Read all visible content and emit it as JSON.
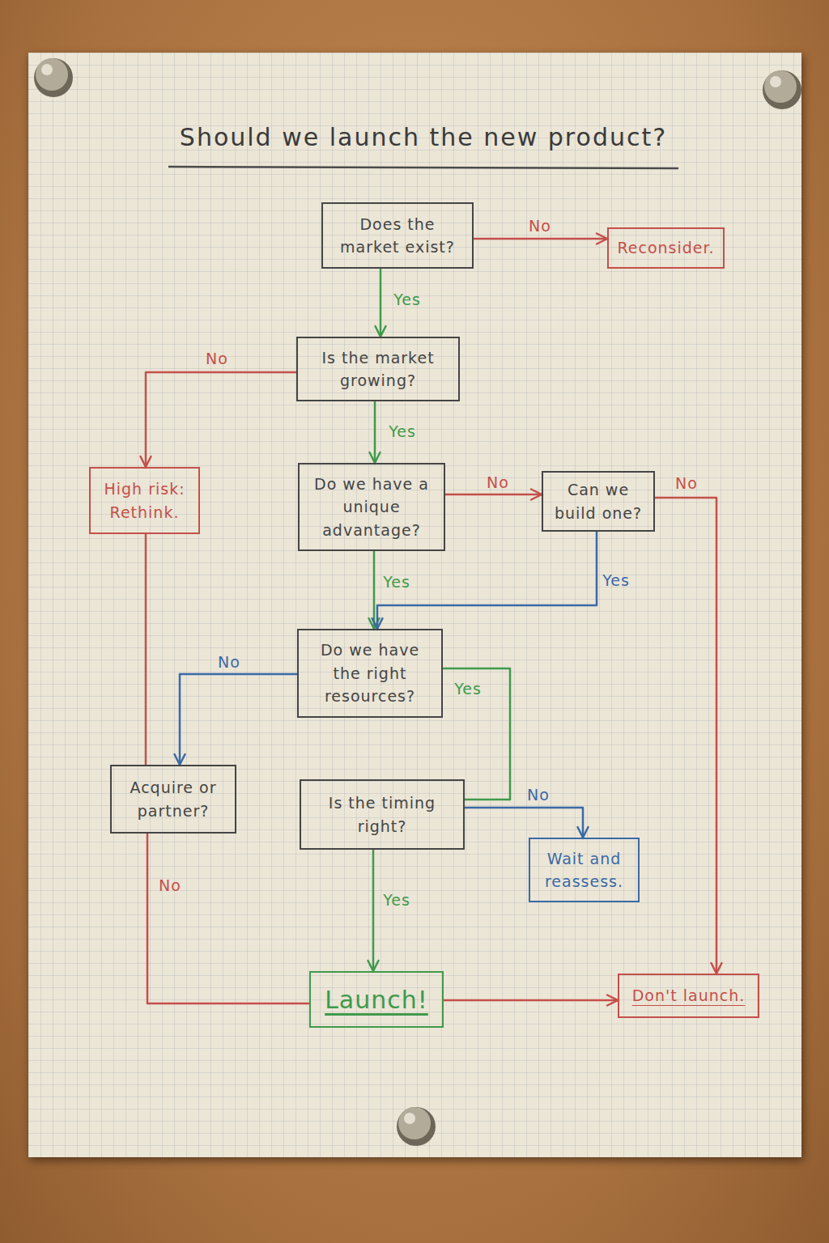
{
  "diagram": {
    "title": "Should we launch the new product?",
    "nodes": [
      {
        "text": [
          "Does the market exist?"
        ]
      },
      {
        "text": [
          "Reconsider."
        ]
      },
      {
        "text": [
          "Is the market growing?"
        ]
      },
      {
        "text": [
          "High risk: Rethink."
        ]
      },
      {
        "text": [
          "Do we have a unique advantage?"
        ]
      },
      {
        "text": [
          "Can we build one?"
        ]
      },
      {
        "text": [
          "Do we have the right resources?"
        ]
      },
      {
        "text": [
          "Acquire or partner?"
        ]
      },
      {
        "text": [
          "Is the timing right?"
        ]
      },
      {
        "text": [
          "Wait and reassess."
        ]
      },
      {
        "text": [
          "Launch!"
        ]
      },
      {
        "text": [
          "Don't launch."
        ]
      }
    ],
    "edges": [
      {
        "from": 0,
        "to": 1,
        "label": "No",
        "arrow": "to"
      },
      {
        "from": 0,
        "to": 2,
        "label": "Yes",
        "arrow": "to"
      },
      {
        "from": 2,
        "to": 3,
        "label": "No",
        "arrow": "to"
      },
      {
        "from": 2,
        "to": 4,
        "label": "Yes",
        "arrow": "to"
      },
      {
        "from": 4,
        "to": 5,
        "label": "No",
        "arrow": "to"
      },
      {
        "from": 4,
        "to": 6,
        "label": "Yes",
        "arrow": "to"
      },
      {
        "from": 5,
        "to": 6,
        "label": "Yes",
        "arrow": "to"
      },
      {
        "from": 5,
        "to": 11,
        "label": "No",
        "arrow": "to"
      },
      {
        "from": 6,
        "to": 7,
        "label": "No",
        "arrow": "to"
      },
      {
        "from": 6,
        "to": 8,
        "label": "Yes",
        "arrow": "none"
      },
      {
        "from": 8,
        "to": 9,
        "label": "No",
        "arrow": "to"
      },
      {
        "from": 8,
        "to": 10,
        "label": "Yes",
        "arrow": "to"
      },
      {
        "from": 3,
        "to": 7,
        "arrow": "none"
      },
      {
        "from": 7,
        "to": 10,
        "label": "No",
        "arrow": "none"
      },
      {
        "from": 10,
        "to": 11,
        "arrow": "to"
      }
    ]
  }
}
